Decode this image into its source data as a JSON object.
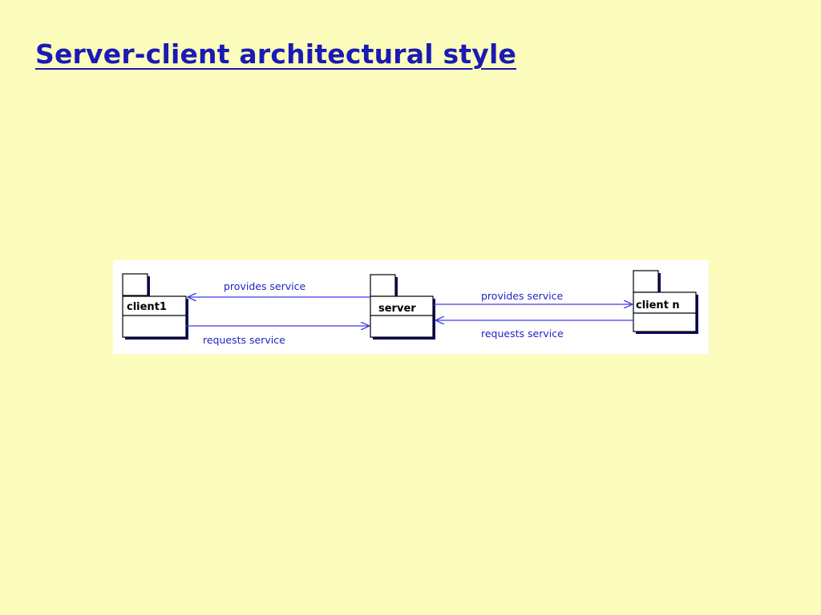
{
  "slide": {
    "title": "Server-client architectural style",
    "background_color": "#FCFCBC",
    "title_color": "#1A1AB4"
  },
  "diagram": {
    "type": "uml-package-diagram",
    "nodes": {
      "client1": "client1",
      "server": "server",
      "client_n": "client n"
    },
    "edges": {
      "server_to_client1": "provides service",
      "client1_to_server": "requests service",
      "server_to_client_n": "provides service",
      "client_n_to_server": "requests service"
    },
    "line_color": "#3C3CE6",
    "label_color": "#2323C8"
  }
}
